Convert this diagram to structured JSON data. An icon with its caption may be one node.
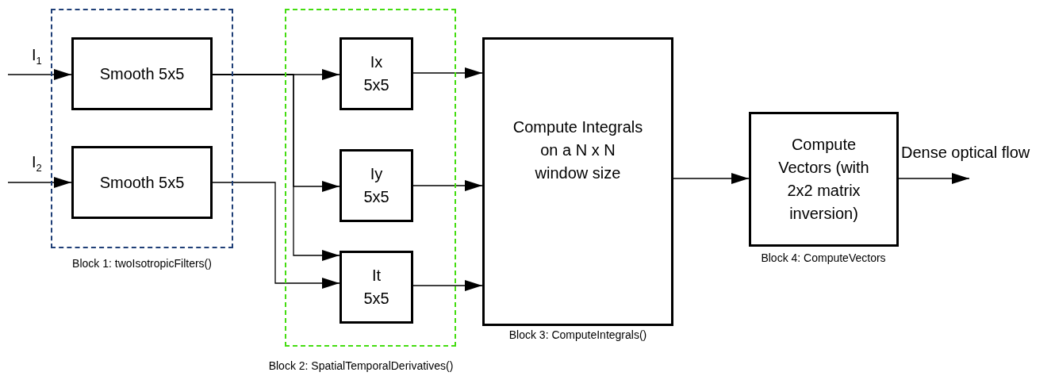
{
  "diagram": {
    "nodes": [
      {
        "text": [
          "Block 1: twoIsotropicFilters()"
        ]
      },
      {
        "text": [
          "Smooth 5x5"
        ],
        "in": 0
      },
      {
        "text": [
          "Smooth 5x5"
        ],
        "in": 0
      },
      {
        "text": [
          "Block 2: SpatialTemporalDerivatives()"
        ]
      },
      {
        "text": [
          "Ix 5x5"
        ],
        "in": 3
      },
      {
        "text": [
          "Iy 5x5"
        ],
        "in": 3
      },
      {
        "text": [
          "It 5x5"
        ],
        "in": 3
      },
      {
        "text": [
          "Compute Integrals on a N x N window size"
        ],
        "beside": [
          "Block 3: ComputeIntegrals()"
        ]
      },
      {
        "text": [
          "Compute Vectors (with 2x2 matrix inversion)"
        ],
        "beside": [
          "Block 4: ComputeVectors"
        ]
      }
    ],
    "edges": [
      {
        "from": null,
        "to": 1,
        "arrow": "to",
        "label": "I$_{1}$"
      },
      {
        "from": null,
        "to": 2,
        "arrow": "to",
        "label": "I$_{2}$"
      },
      {
        "from": 1,
        "to": 4,
        "arrow": "to"
      },
      {
        "from": 1,
        "to": 5,
        "arrow": "to"
      },
      {
        "from": 1,
        "to": 6,
        "arrow": "to"
      },
      {
        "from": 2,
        "to": 6,
        "arrow": "to"
      },
      {
        "from": 4,
        "to": 7,
        "arrow": "to"
      },
      {
        "from": 5,
        "to": 7,
        "arrow": "to"
      },
      {
        "from": 6,
        "to": 7,
        "arrow": "to"
      },
      {
        "from": 7,
        "to": 8,
        "arrow": "to"
      },
      {
        "from": 8,
        "to": null,
        "arrow": "to",
        "label": "Dense optical flow"
      }
    ]
  }
}
